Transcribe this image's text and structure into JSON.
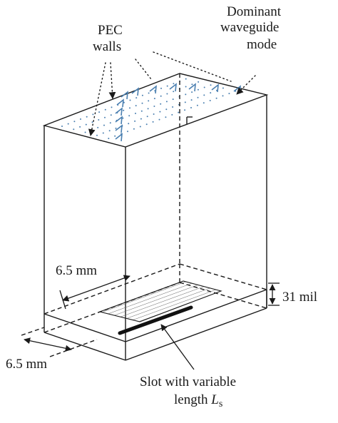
{
  "labels": {
    "pec_line1": "PEC",
    "pec_line2": "walls",
    "mode_line1": "Dominant",
    "mode_line2": "waveguide",
    "mode_line3": "mode",
    "dim_horizontal": "6.5 mm",
    "dim_depth": "6.5 mm",
    "dim_thickness": "31 mil",
    "slot_line1": "Slot with variable",
    "slot_line2_prefix": "length ",
    "slot_var": "L",
    "slot_sub": "s"
  },
  "colors": {
    "line": "#1a1a1a",
    "field": "#4a7fb0",
    "patch_fill": "#e6e6e6"
  }
}
